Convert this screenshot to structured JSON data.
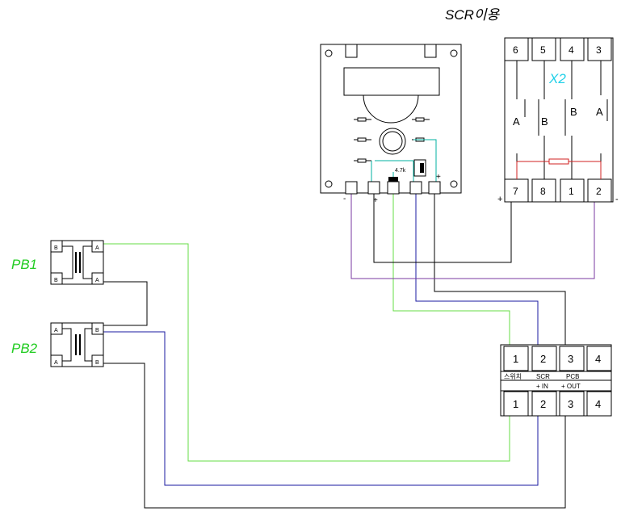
{
  "title": "SCR이용",
  "pb1_label": "PB1",
  "pb2_label": "PB2",
  "relay": {
    "label": "X2",
    "top_terminals": [
      "6",
      "5",
      "4",
      "3"
    ],
    "bottom_terminals": [
      "7",
      "8",
      "1",
      "2"
    ],
    "contacts": [
      "A",
      "B",
      "B",
      "A"
    ],
    "plus_sign": "+",
    "minus_sign": "-"
  },
  "scr_board": {
    "resistor_label": "4.7k",
    "plus_sign": "+",
    "minus_sign": "-",
    "plus_right": "+"
  },
  "switch_block": {
    "top_terminals": [
      "1",
      "2",
      "3",
      "4"
    ],
    "bottom_terminals": [
      "1",
      "2",
      "3",
      "4"
    ],
    "label_switch": "스위치",
    "label_scr": "SCR",
    "label_pcb": "PCB",
    "label_in": "+ IN",
    "label_out": "+ OUT"
  },
  "pb_contact_letters": {
    "pb1_left": [
      "B",
      "B"
    ],
    "pb1_right": [
      "A",
      "A"
    ],
    "pb2_left": [
      "A",
      "A"
    ],
    "pb2_right": [
      "B",
      "B"
    ]
  },
  "colors": {
    "green_wire": "#66dd44",
    "blue_wire": "#1a1aa0",
    "purple_wire": "#7a3aa0",
    "teal_wire": "#00b0a0",
    "label_green": "#22cc22",
    "label_cyan": "#22d0e8",
    "resistor_red": "#d02020"
  }
}
